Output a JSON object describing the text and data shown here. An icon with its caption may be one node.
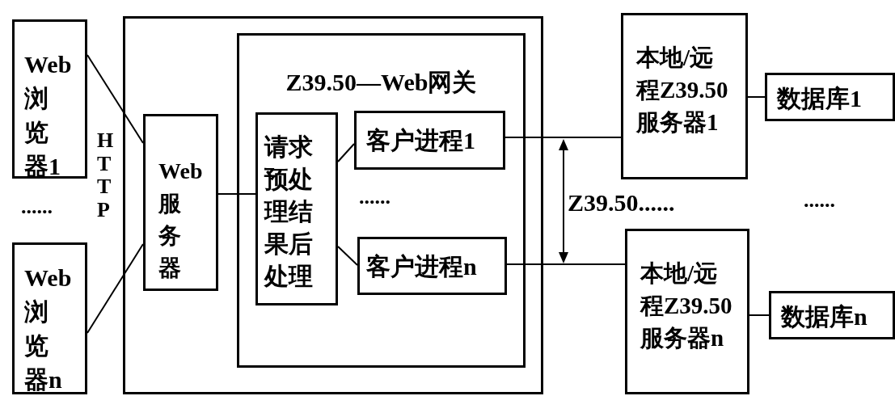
{
  "diagram": {
    "nodes": [
      {
        "text": [
          "Web浏览器1"
        ]
      },
      {
        "text": [
          "Web浏览器n"
        ]
      },
      {
        "text": [],
        "shape": "box"
      },
      {
        "text": [
          "Web服务器"
        ],
        "in": 2
      },
      {
        "text": [
          "Z39.50—Web网关"
        ],
        "in": 2
      },
      {
        "text": [
          "请求预处理结果后处理"
        ],
        "in": 4
      },
      {
        "text": [
          "客户进程1"
        ],
        "in": 4
      },
      {
        "text": [
          "客户进程n"
        ],
        "in": 4
      },
      {
        "text": [
          "本地/远程Z39.50服务器1"
        ]
      },
      {
        "text": [
          "本地/远程Z39.50服务器n"
        ]
      },
      {
        "text": [
          "数据库1"
        ]
      },
      {
        "text": [
          "数据库n"
        ]
      }
    ],
    "edges": [
      {
        "from": 0,
        "to": 3,
        "arrow": "none"
      },
      {
        "from": 1,
        "to": 3,
        "arrow": "none"
      },
      {
        "from": 3,
        "to": 5,
        "arrow": "none"
      },
      {
        "from": 5,
        "to": 6,
        "arrow": "none"
      },
      {
        "from": 5,
        "to": 7,
        "arrow": "none"
      },
      {
        "from": 6,
        "to": 8,
        "arrow": "none"
      },
      {
        "from": 7,
        "to": 9,
        "arrow": "none"
      },
      {
        "from": 8,
        "to": 10,
        "arrow": "none"
      },
      {
        "from": 9,
        "to": 11,
        "arrow": "none"
      }
    ],
    "labels": [
      "HTTP",
      "......",
      "......",
      "Z39.50......",
      "......"
    ]
  }
}
